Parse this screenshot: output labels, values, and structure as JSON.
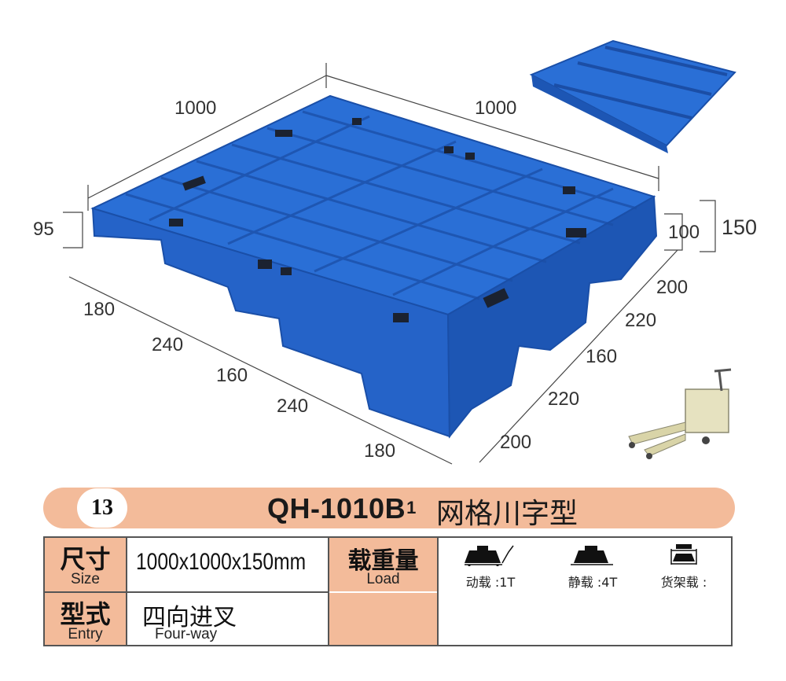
{
  "dimensions": {
    "top_left_length": "1000",
    "top_right_length": "1000",
    "left_height": "95",
    "right_deck_height": "100",
    "right_total_height": "150",
    "front_segments": [
      "180",
      "240",
      "160",
      "240",
      "180"
    ],
    "side_segments": [
      "200",
      "220",
      "160",
      "220",
      "200"
    ]
  },
  "banner": {
    "number": "13",
    "model": "QH-1010B",
    "model_suffix": "1",
    "type_name": "网格川字型"
  },
  "spec": {
    "size_label_zh": "尺寸",
    "size_label_en": "Size",
    "size_value": "1000x1000x150mm",
    "load_label_zh": "载重量",
    "load_label_en": "Load",
    "entry_label_zh": "型式",
    "entry_label_en": "Entry",
    "entry_value_zh": "四向进叉",
    "entry_value_en": "Four-way",
    "load_items": [
      {
        "label": "动载 :1T",
        "icon": "dynamic-load-icon"
      },
      {
        "label": "静载 :4T",
        "icon": "static-load-icon"
      },
      {
        "label": "货架载 :",
        "icon": "rack-load-icon"
      }
    ]
  },
  "colors": {
    "pallet_blue": "#2a6fd6",
    "pallet_dark": "#1a4fa8",
    "banner": "#f3bb9a",
    "text": "#222222"
  }
}
